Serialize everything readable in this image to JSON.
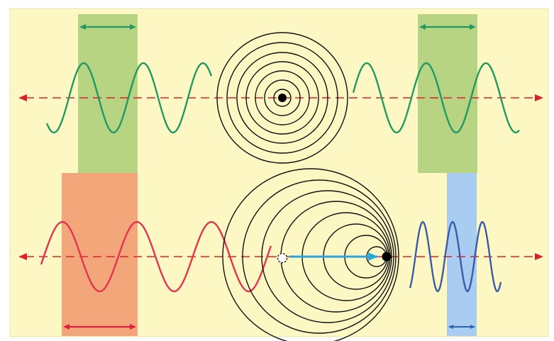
{
  "colors": {
    "background": "#fdf7c3",
    "frame": "#ffffff",
    "green_wave": "#1f9a63",
    "green_band": "#b7d483",
    "red_wave": "#e2344e",
    "orange_band": "#f3a67a",
    "blue_wave": "#3c5ba7",
    "blue_band": "#a8cdf0",
    "axis_red": "#dd2030",
    "circle": "#111111",
    "source": "#000000",
    "velocity_arrow": "#26a5df",
    "green_arrow": "#1f9a63",
    "red_arrow": "#dd2040",
    "blue_arrow": "#2c64b0"
  },
  "panels": [
    {
      "name": "stationary-source",
      "wavelength_left": "long-equal",
      "wavelength_right": "long-equal"
    },
    {
      "name": "moving-source",
      "wavelength_left": "stretched",
      "wavelength_right": "compressed",
      "source_motion": "right"
    }
  ]
}
